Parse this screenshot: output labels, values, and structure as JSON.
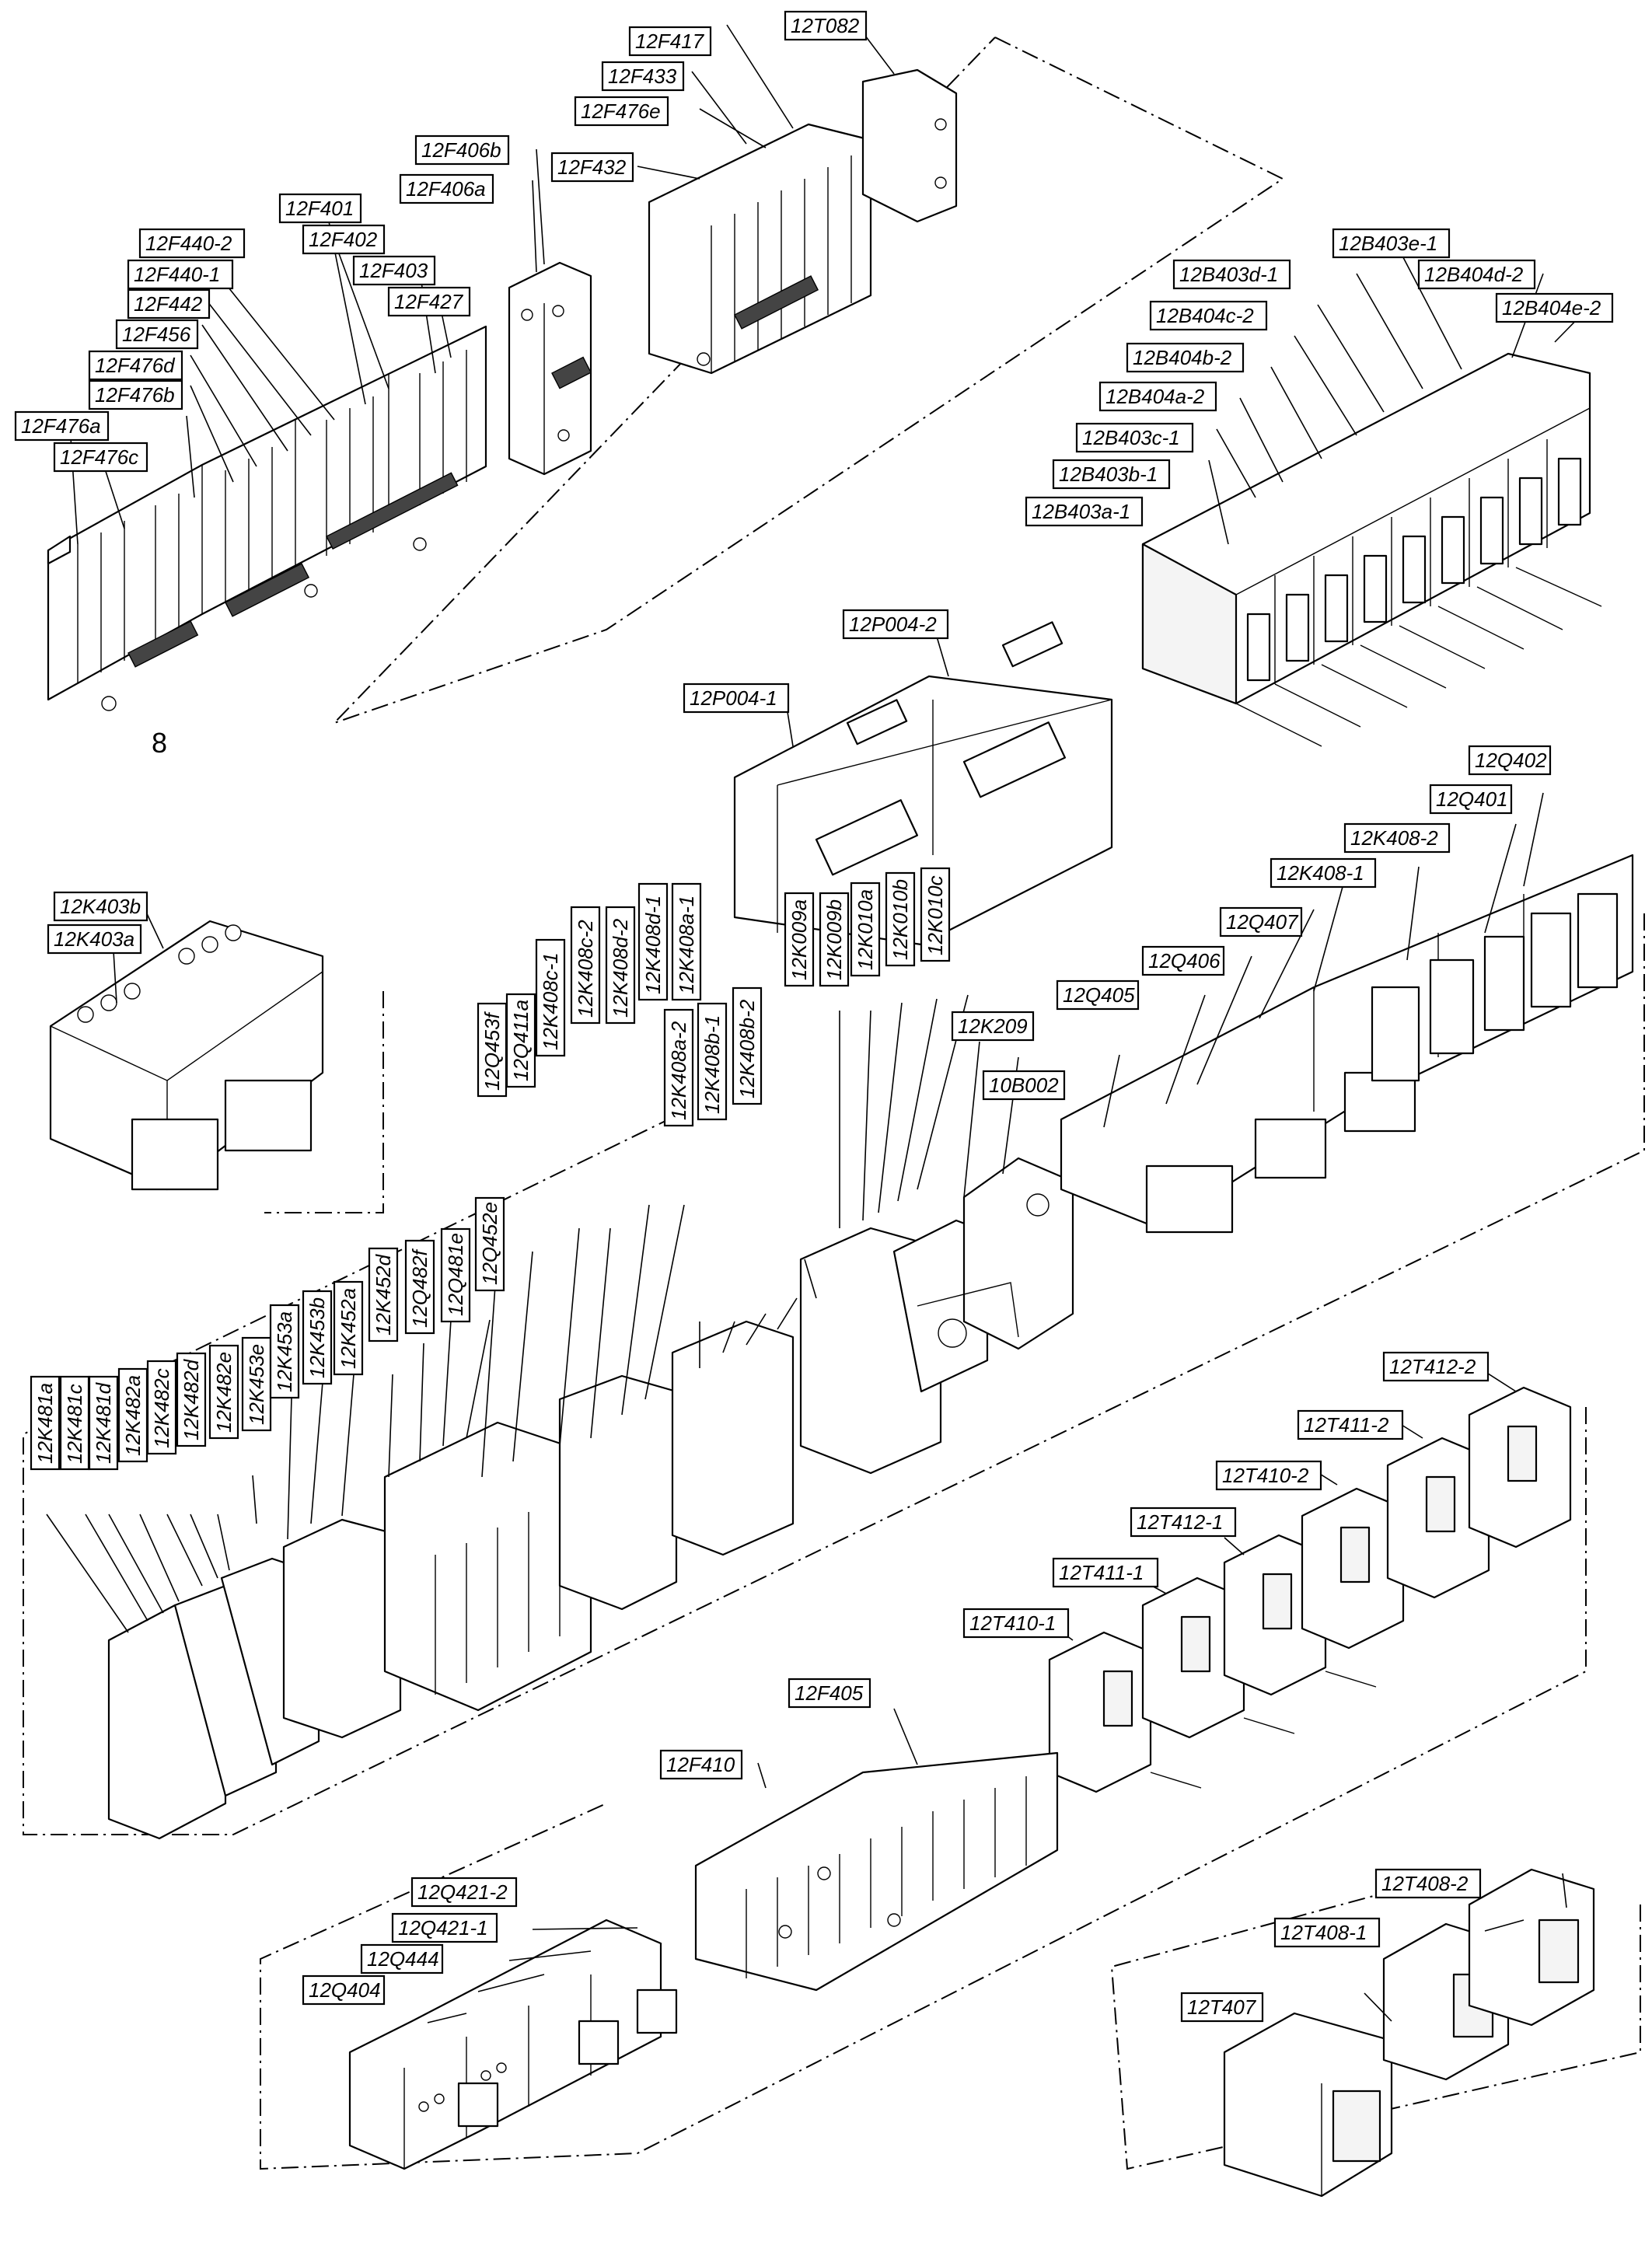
{
  "page_number": "8",
  "groups": {
    "fuses_left": [
      "12F476a",
      "12F476c",
      "12F476b",
      "12F476d",
      "12F456",
      "12F442",
      "12F440-1",
      "12F440-2",
      "12F401",
      "12F402",
      "12F403",
      "12F427"
    ],
    "fuses_mid": [
      "12F406b",
      "12F406a"
    ],
    "fuses_top": [
      "12F417",
      "12F433",
      "12F476e",
      "12F432",
      "12T082"
    ],
    "modules_right": [
      "12B403e-1",
      "12B403d-1",
      "12B404d-2",
      "12B404e-2",
      "12B404c-2",
      "12B404b-2",
      "12B404a-2",
      "12B403c-1",
      "12B403b-1",
      "12B403a-1"
    ],
    "meters": [
      "12P004-2",
      "12P004-1"
    ],
    "contactors_k403": [
      "12K403b",
      "12K403a"
    ],
    "vertical_mid": [
      "12Q453f",
      "12Q411a",
      "12K408c-1",
      "12K408c-2",
      "12K408d-2",
      "12K408d-1",
      "12K408a-1",
      "12K408a-2",
      "12K408b-1",
      "12K408b-2"
    ],
    "vertical_k009": [
      "12K009a",
      "12K009b",
      "12K010a",
      "12K010b",
      "12K010c"
    ],
    "k209": [
      "12K209",
      "10B002"
    ],
    "q_row": [
      "12Q402",
      "12Q401",
      "12K408-2",
      "12K408-1",
      "12Q407",
      "12Q406",
      "12Q405"
    ],
    "vertical_left": [
      "12K481a",
      "12K481c",
      "12K481d",
      "12K482a",
      "12K482c",
      "12K482d",
      "12K482e",
      "12K453e",
      "12K453a",
      "12K453b",
      "12K452a",
      "12K452d",
      "12Q482f",
      "12Q481e",
      "12Q452e"
    ],
    "transformers": [
      "12T412-2",
      "12T411-2",
      "12T410-2",
      "12T412-1",
      "12T411-1",
      "12T410-1"
    ],
    "fuses_bottom": [
      "12F405",
      "12F410"
    ],
    "q_bottom": [
      "12Q421-2",
      "12Q421-1",
      "12Q444",
      "12Q404"
    ],
    "t408": [
      "12T408-2",
      "12T408-1",
      "12T407"
    ]
  }
}
